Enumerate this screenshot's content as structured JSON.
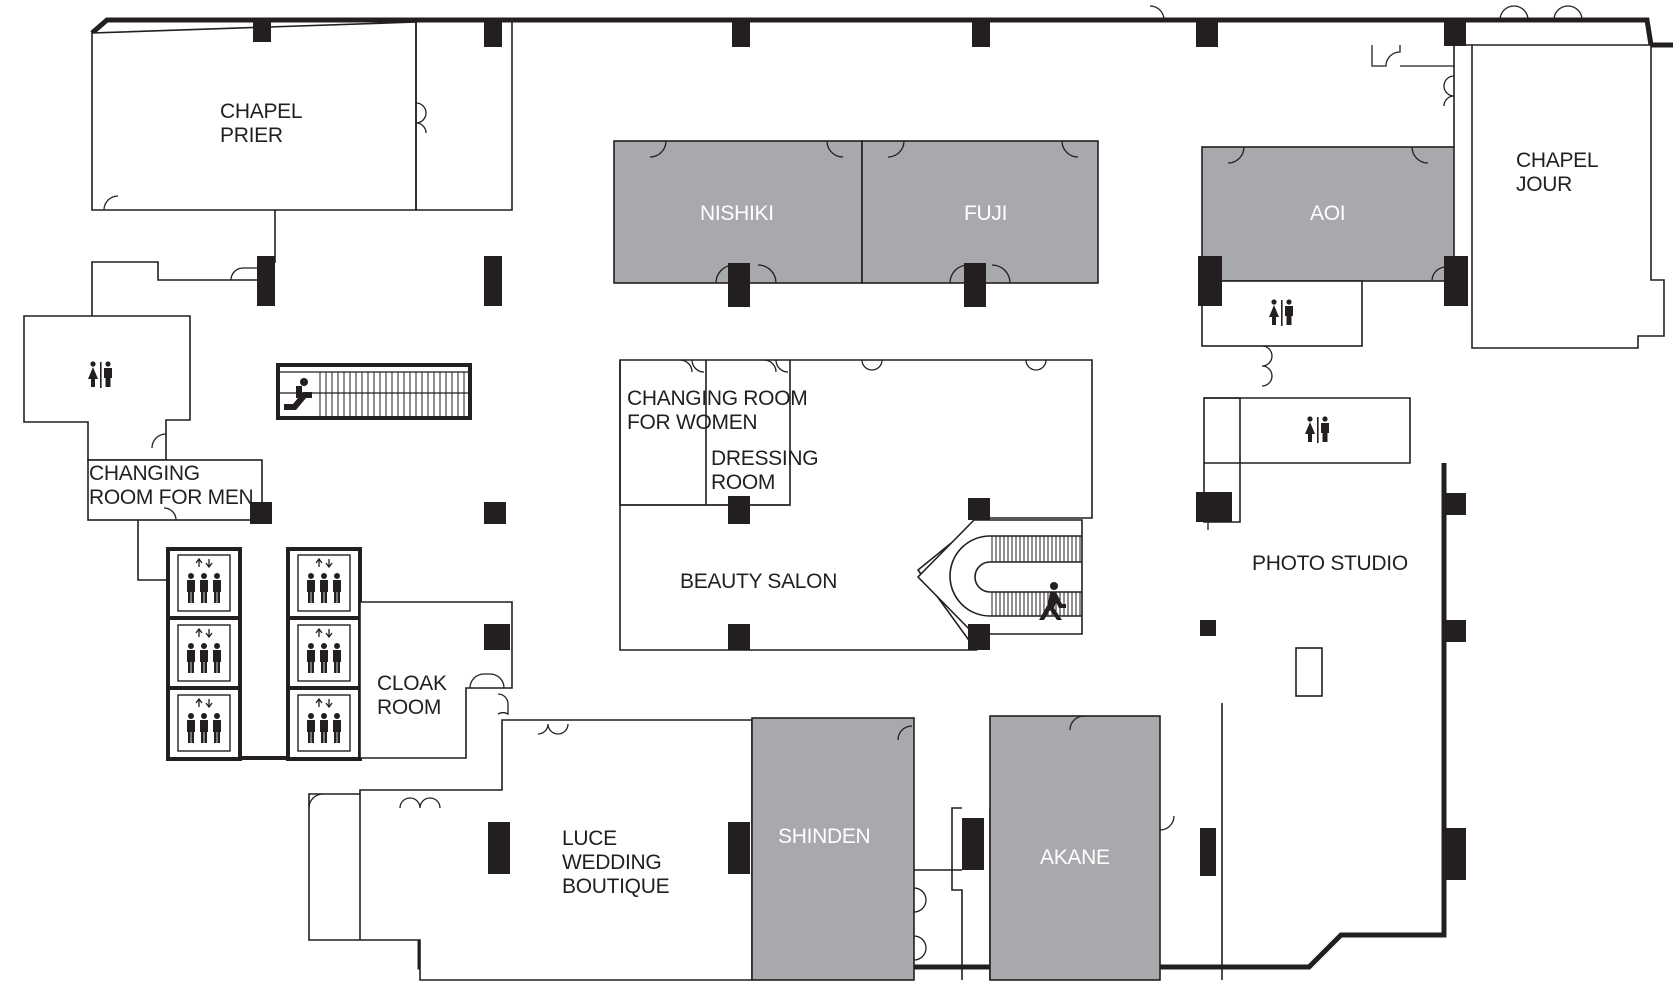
{
  "rooms": {
    "chapel_prier": [
      "CHAPEL",
      "PRIER"
    ],
    "chapel_jour": [
      "CHAPEL",
      "JOUR"
    ],
    "nishiki": "NISHIKI",
    "fuji": "FUJI",
    "aoi": "AOI",
    "changing_women": [
      "CHANGING ROOM",
      "FOR WOMEN"
    ],
    "dressing_room": [
      "DRESSING",
      "ROOM"
    ],
    "changing_men": [
      "CHANGING",
      "ROOM FOR MEN"
    ],
    "beauty_salon": "BEAUTY SALON",
    "photo_studio": "PHOTO STUDIO",
    "cloak_room": [
      "CLOAK",
      "ROOM"
    ],
    "luce": [
      "LUCE",
      "WEDDING",
      "BOUTIQUE"
    ],
    "shinden": "SHINDEN",
    "akane": "AKANE"
  },
  "icons": {
    "restroom": "restroom-icon",
    "elevator": "elevator-icon",
    "escalator": "escalator-icon",
    "stairs": "stairs-walker-icon"
  },
  "colors": {
    "wall": "#231f20",
    "banquet_room_fill": "#a7a9ac",
    "background": "#ffffff"
  }
}
